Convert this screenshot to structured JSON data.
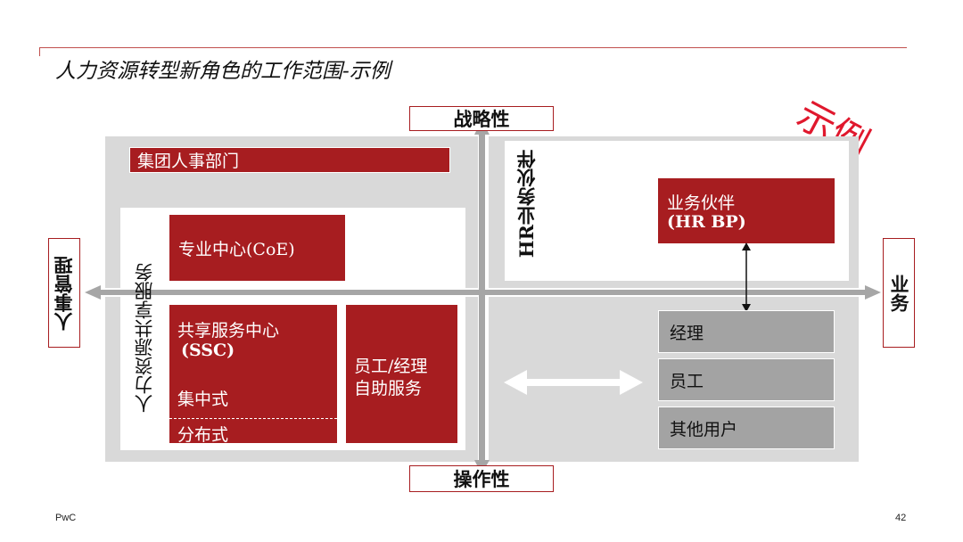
{
  "title": "人力资源转型新角色的工作范围-示例",
  "stamp": "示例",
  "axes": {
    "top": "战略性",
    "bottom": "操作性",
    "left": "人事管理",
    "right": "业务"
  },
  "group_hr_dept": "集团人事部门",
  "hr_business_partner_vertical": "HR业务伙伴",
  "shared_services_vertical": "人力资源共享服务",
  "coe": "专业中心(CoE)",
  "ssc": {
    "line1": "共享服务中心",
    "line2": "(SSC)",
    "centralized": "集中式",
    "distributed": "分布式"
  },
  "self_service": {
    "line1": "员工/经理",
    "line2": "自助服务"
  },
  "bp": {
    "line1": "业务伙伴",
    "line2": "(HR BP)"
  },
  "users": [
    "经理",
    "员工",
    "其他用户"
  ],
  "colors": {
    "accent_red": "#a71d20",
    "stamp_red": "#e0182d",
    "panel_grey": "#d9d9d9",
    "user_grey": "#a3a3a3"
  },
  "footer": {
    "brand": "PwC",
    "page": "42"
  }
}
